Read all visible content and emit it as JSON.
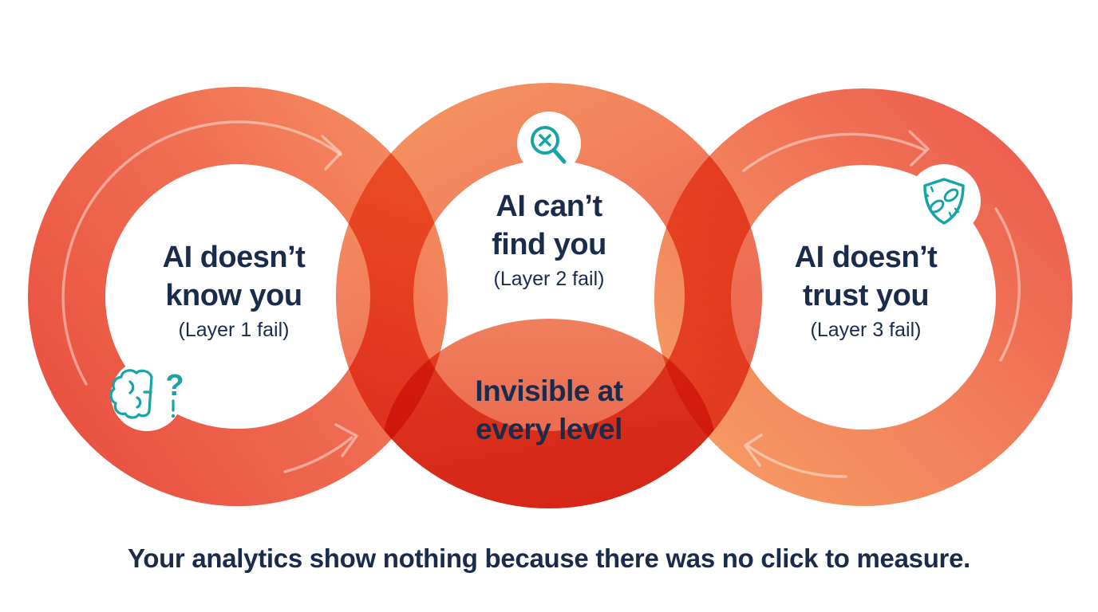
{
  "diagram": {
    "caption": "Your analytics show nothing because there was no click to measure.",
    "overlap": {
      "line1": "Invisible at",
      "line2": "every level"
    },
    "circles": [
      {
        "id": "layer-1",
        "title_line1": "AI doesn’t",
        "title_line2": "know you",
        "subtitle": "(Layer 1 fail)",
        "icon": "brain-question-icon"
      },
      {
        "id": "layer-2",
        "title_line1": "AI can’t",
        "title_line2": "find you",
        "subtitle": "(Layer 2 fail)",
        "icon": "search-x-icon"
      },
      {
        "id": "layer-3",
        "title_line1": "AI doesn’t",
        "title_line2": "trust you",
        "subtitle": "(Layer 3 fail)",
        "icon": "shield-broken-link-icon"
      }
    ],
    "colors": {
      "ring_red": "#E73E2C",
      "ring_coral": "#EE5F40",
      "ring_orange": "#F4854F",
      "overlap_fill": "#EC6A45",
      "text_navy": "#1B2B4C",
      "icon_teal": "#17A3A8",
      "arrow_light": "rgba(255,255,255,0.42)",
      "background": "#FFFFFF"
    }
  }
}
